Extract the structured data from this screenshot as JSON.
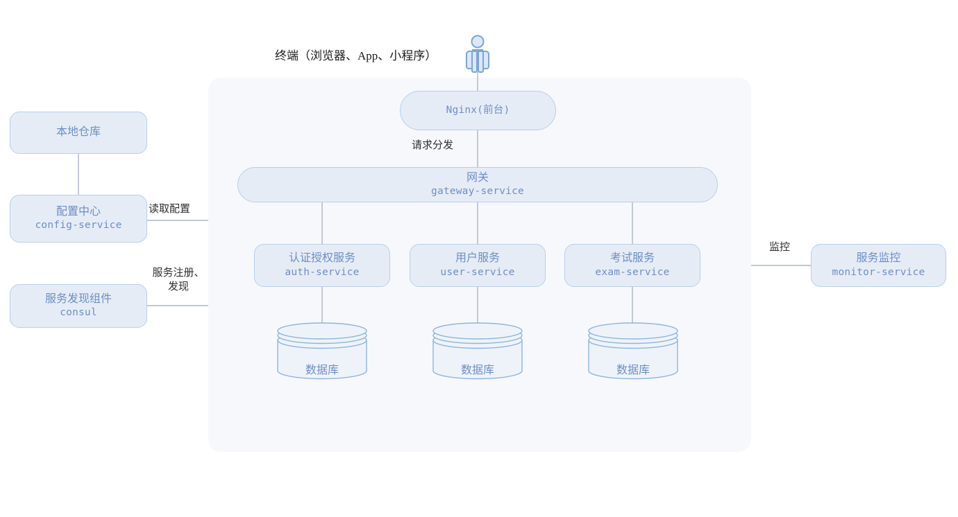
{
  "diagram": {
    "title_caption": "终端（浏览器、App、小程序）",
    "actor_name": "end-user-actor",
    "panel_name": "system-boundary-panel",
    "colors": {
      "node_fill": "#e6ecf6",
      "node_border": "#b7cfe9",
      "node_text": "#6d8ec4",
      "panel_background": "#f7f8fb",
      "connector": "#a9b6c6",
      "label_text": "#2e2e2e",
      "canvas_background": "#ffffff"
    },
    "nodes": {
      "nginx": {
        "cn": "Nginx(前台)",
        "mono": ""
      },
      "gateway": {
        "cn": "网关",
        "mono": "gateway-service"
      },
      "auth": {
        "cn": "认证授权服务",
        "mono": "auth-service"
      },
      "user": {
        "cn": "用户服务",
        "mono": "user-service"
      },
      "exam": {
        "cn": "考试服务",
        "mono": "exam-service"
      },
      "local_repo": {
        "cn": "本地仓库",
        "mono": ""
      },
      "config": {
        "cn": "配置中心",
        "mono": "config-service"
      },
      "discovery": {
        "cn": "服务发现组件",
        "mono": "consul"
      },
      "monitor": {
        "cn": "服务监控",
        "mono": "monitor-service"
      }
    },
    "databases": [
      {
        "label": "数据库"
      },
      {
        "label": "数据库"
      },
      {
        "label": "数据库"
      }
    ],
    "edge_labels": {
      "dispatch": "请求分发",
      "read_config": "读取配置",
      "register_discover": "服务注册、\n发现",
      "monitoring": "监控"
    }
  }
}
